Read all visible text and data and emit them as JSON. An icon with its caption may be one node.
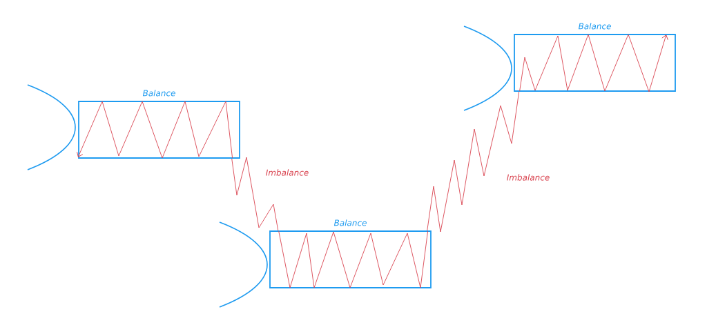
{
  "diagram": {
    "nodes": [
      {
        "text": [
          "Balance"
        ]
      },
      {
        "text": [
          "Balance"
        ]
      },
      {
        "text": [
          "Balance"
        ]
      }
    ],
    "edges": [
      {
        "from": 0,
        "to": 1,
        "arrow": "none"
      },
      {
        "from": 1,
        "to": 2,
        "arrow": "none"
      }
    ],
    "labels": [
      "Imbalance",
      "Imbalance"
    ]
  }
}
